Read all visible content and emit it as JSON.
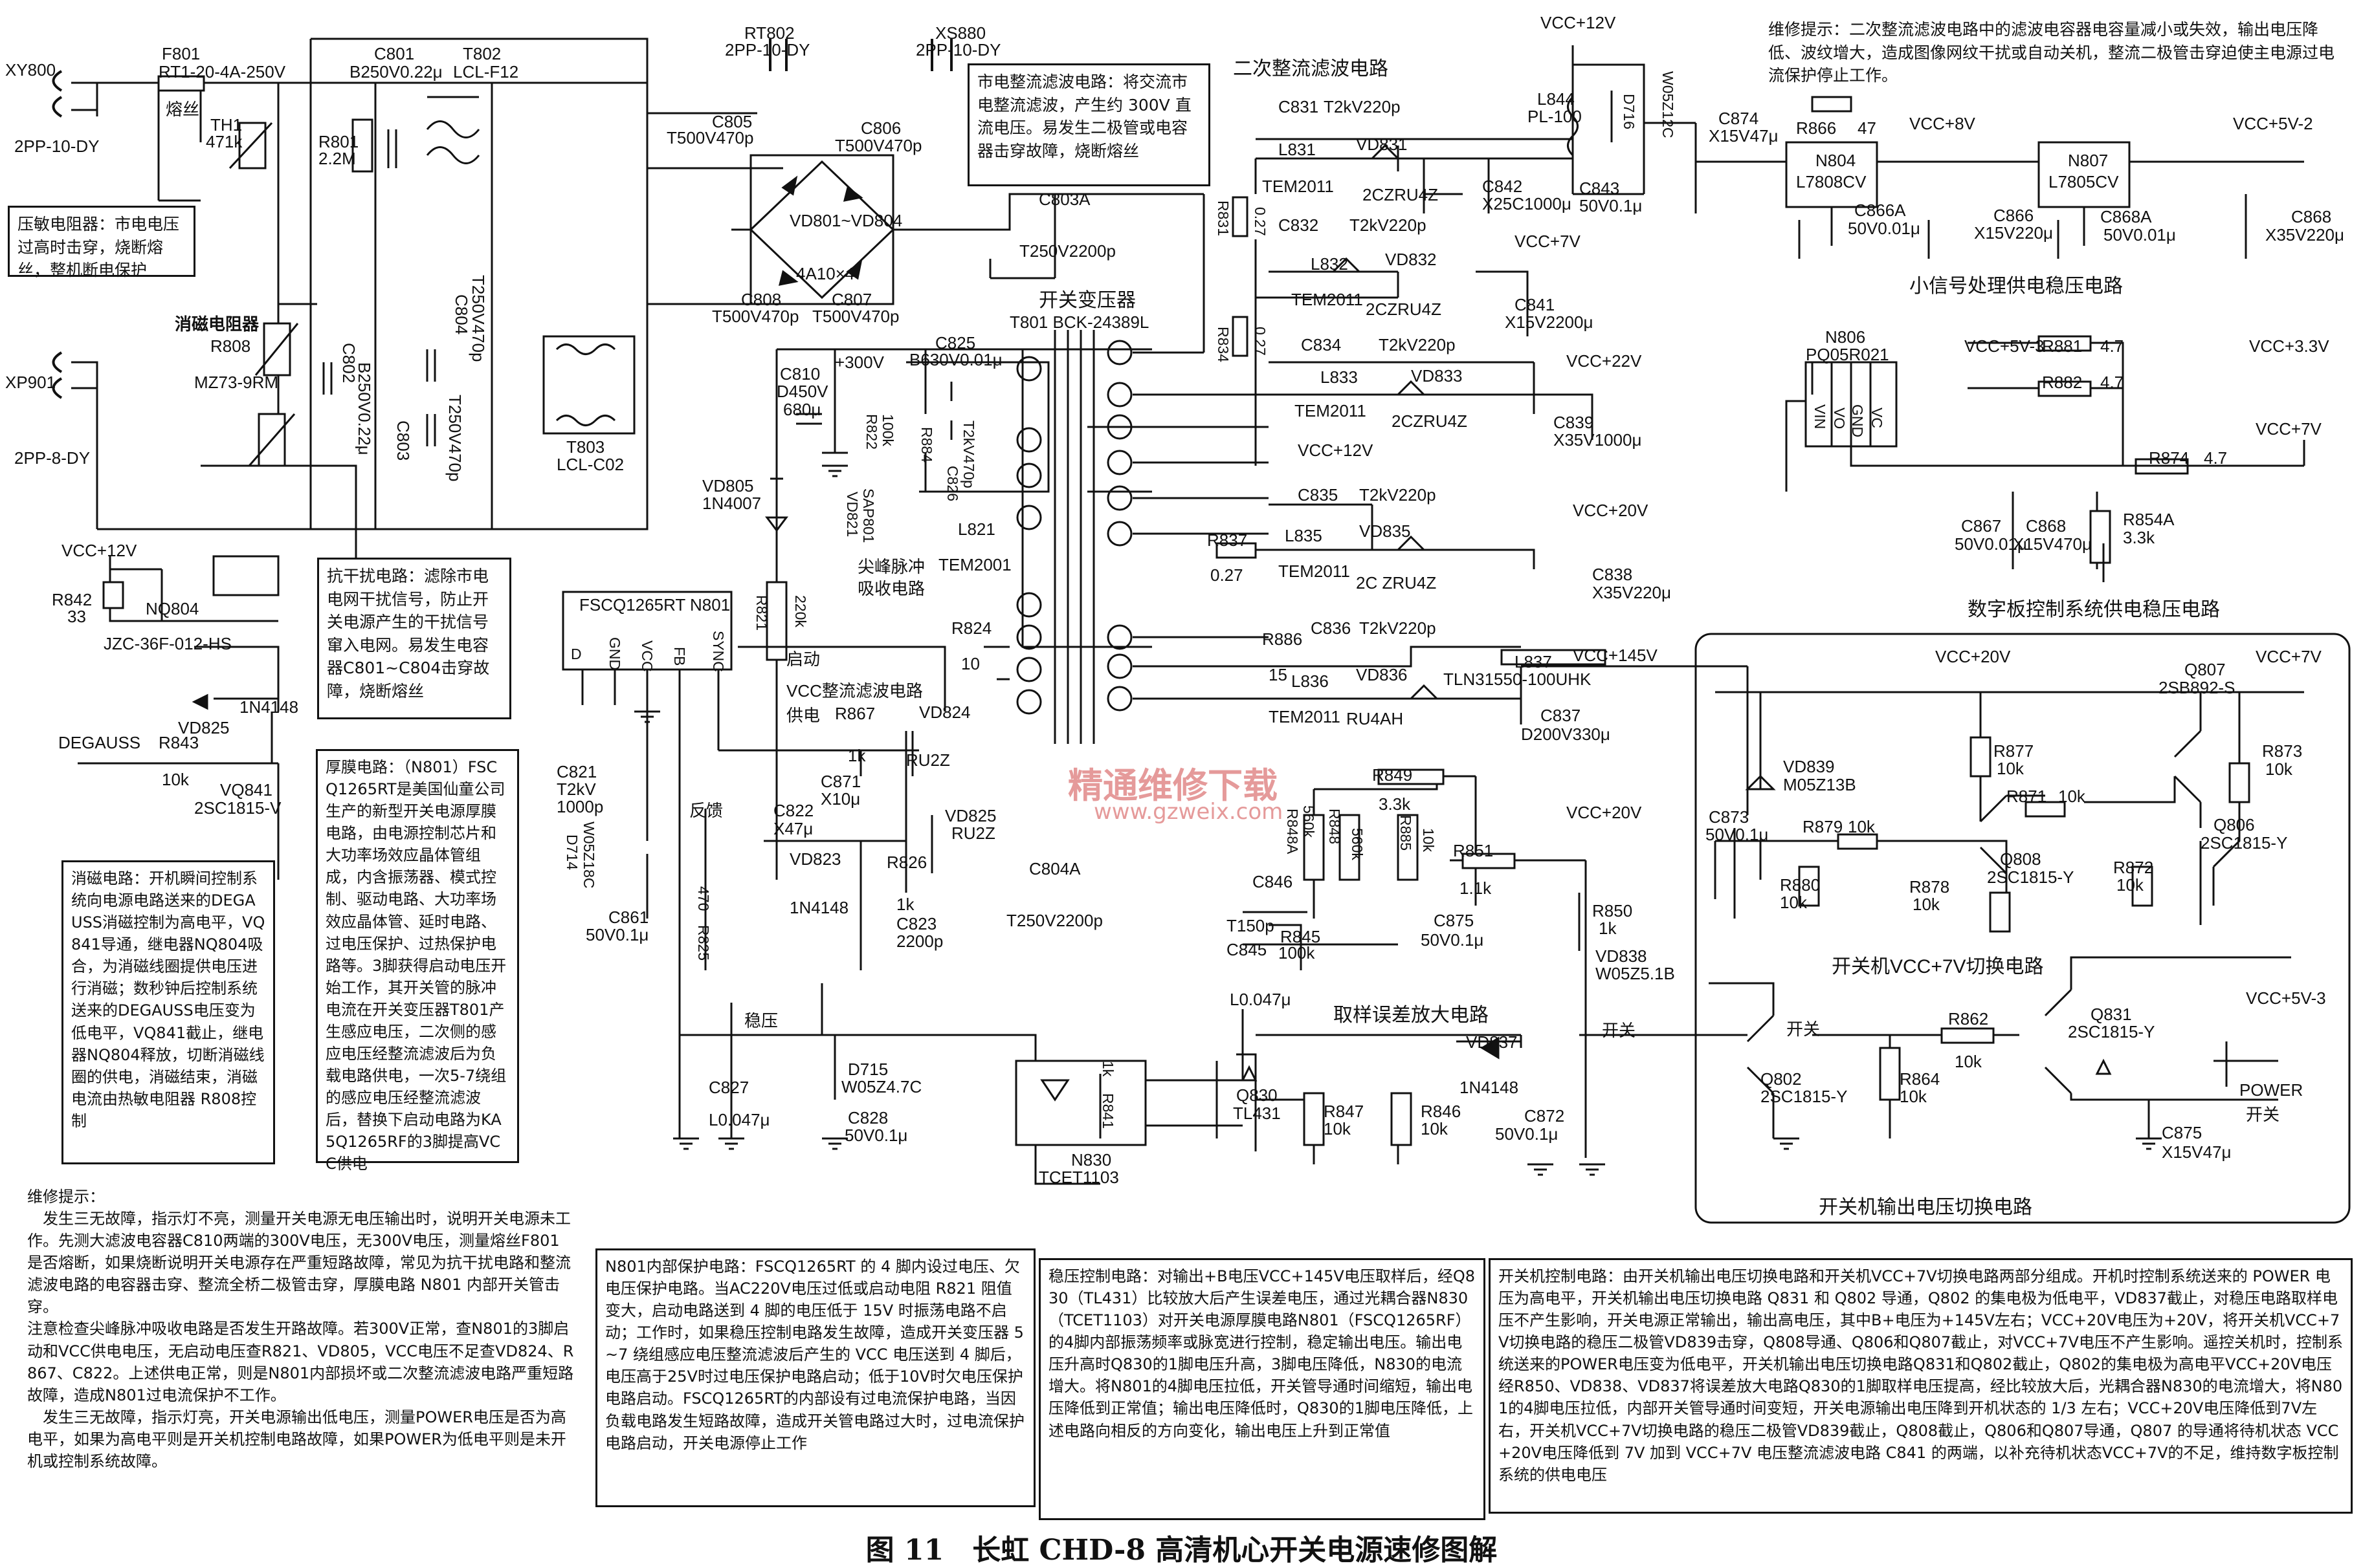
{
  "caption": "图 11　长虹 CHD-8 高清机心开关电源速修图解",
  "watermark": {
    "title": "精通维修下载",
    "url": "www.gzweix.com"
  },
  "section_titles": {
    "secondary_filter": "二次整流滤波电路",
    "small_signal": "小信号处理供电稳压电路",
    "digital_board": "数字板控制系统供电稳压电路",
    "switch_transformer": "开关变压器",
    "vcc_7v_switch": "开关机VCC+7V切换电路",
    "output_switch": "开关机输出电压切换电路",
    "sampling_amp": "取样误差放大电路",
    "snubber": "尖峰脉冲\n吸收电路",
    "vcc_filter": "VCC整流滤波电路\n供电",
    "startup": "启动",
    "feedback": "反馈",
    "regulate": "稳压",
    "degauss": "DEGAUSS"
  },
  "power_rails": [
    "VCC+12V",
    "VCC+8V",
    "VCC+5V-2",
    "VCC+7V",
    "VCC+22V",
    "VCC+12V",
    "VCC+20V",
    "VCC+145V",
    "VCC+5V-3",
    "VCC+3.3V",
    "VCC+7V",
    "VCC+20V",
    "VCC+20V",
    "VCC+7V",
    "VCC+5V-3",
    "VCC+20V",
    "+300V"
  ],
  "components": {
    "connectors": [
      "XY800",
      "2PP-10-DY",
      "XP901",
      "2PP-8-DY",
      "RT802",
      "2PP-10-DY",
      "XS880",
      "2PP-10-DY"
    ],
    "fuse": [
      "F801",
      "RT1-20-4A-250V",
      "熔丝"
    ],
    "primary": [
      "TH1",
      "471k",
      "R801",
      "2.2M",
      "C801",
      "B250V0.22μ",
      "T802",
      "LCL-F12",
      "C805",
      "T500V470p",
      "C806",
      "T500V470p",
      "VD801~VD804",
      "4A10×4",
      "C808",
      "T500V470p",
      "C807",
      "T500V470p",
      "C803A",
      "T250V2200p",
      "C802",
      "B250V0.22μ",
      "C804",
      "T250V470p",
      "C803",
      "T250V470p",
      "T803",
      "LCL-C02",
      "R808",
      "MZ73-9RM",
      "消磁电阻器"
    ],
    "bulk": [
      "C810",
      "D450V",
      "680μ",
      "C825",
      "B630V0.01μ",
      "R822",
      "100k",
      "R884",
      "C826",
      "T2kV470p",
      "VD821",
      "SAP801",
      "L821",
      "TEM2001",
      "VD805",
      "1N4007",
      "R821",
      "220k",
      "R824",
      "10"
    ],
    "transformer": [
      "T801 BCK-24389L"
    ],
    "ic": [
      "FSCQ1265RT N801",
      "D",
      "GND",
      "VCC",
      "FB",
      "SYNC"
    ],
    "aux": [
      "R867",
      "1k",
      "VD824",
      "RU2Z",
      "C871",
      "X10μ",
      "C822",
      "X47μ",
      "VD823",
      "1N4148",
      "R826",
      "1k",
      "C823",
      "2200p",
      "VD825",
      "RU2Z",
      "C804A",
      "T250V2200p",
      "C821",
      "T2kV",
      "1000p",
      "D714",
      "W05Z18C",
      "C861",
      "50V0.1μ",
      "R825",
      "470",
      "D715",
      "W05Z4.7C",
      "C828",
      "50V0.1μ",
      "C827",
      "L0.047μ"
    ],
    "degauss": [
      "NQ804",
      "JZC-36F-012-HS",
      "R842",
      "33",
      "VD825",
      "1N4148",
      "R843",
      "10k",
      "VQ841",
      "2SC1815-V"
    ],
    "secondary": [
      "C831",
      "T2kV220p",
      "L831",
      "TEM2011",
      "VD831",
      "2CZRU4Z",
      "C842",
      "X25C1000μ",
      "C843",
      "50V0.1μ",
      "L844",
      "PL-100",
      "D716",
      "W05Z12C",
      "C874",
      "X15V47μ",
      "R831",
      "0.27",
      "C832",
      "T2kV220p",
      "L832",
      "TEM2011",
      "VD832",
      "2CZRU4Z",
      "C841",
      "X15V2200μ",
      "R834",
      "0.27",
      "C834",
      "T2kV220p",
      "L833",
      "TEM2011",
      "VD833",
      "2CZRU4Z",
      "C839",
      "X35V1000μ",
      "C835",
      "T2kV220p",
      "R837",
      "0.27",
      "L835",
      "TEM2011",
      "VD835",
      "2C ZRU4Z",
      "C838",
      "X35V220μ",
      "R886",
      "15",
      "C836",
      "T2kV220p",
      "L836",
      "TEM2011",
      "VD836",
      "RU4AH",
      "L837",
      "TLN31550-100UHK",
      "C837",
      "D200V330μ"
    ],
    "regulators": [
      "R866",
      "47",
      "N804",
      "L7808CV",
      "N807",
      "L7805CV",
      "C866A",
      "50V0.01μ",
      "C866",
      "X15V220μ",
      "C868A",
      "50V0.01μ",
      "C868",
      "X35V220μ",
      "N806",
      "PQ05R021",
      "VIN",
      "VO",
      "GND",
      "VC",
      "R881",
      "4.7",
      "R882",
      "4.7",
      "R874",
      "4.7",
      "C867",
      "50V0.01μ",
      "C868",
      "X15V470μ",
      "R854A",
      "3.3k"
    ],
    "sampling": [
      "R849",
      "3.3k",
      "R848A",
      "560k",
      "R848",
      "560k",
      "R885",
      "10k",
      "R851",
      "1.1k",
      "C846",
      "T150p",
      "C845",
      "L0.047μ",
      "R845",
      "100k",
      "C875",
      "50V0.1μ",
      "R841",
      "1k",
      "N830",
      "TCET1103",
      "Q830",
      "TL431",
      "R847",
      "10k",
      "R846",
      "10k",
      "VD837",
      "1N4148",
      "C872",
      "50V0.1μ",
      "R850",
      "1k",
      "VD838",
      "W05Z5.1B"
    ],
    "switching": [
      "C873",
      "50V0.1μ",
      "VD839",
      "M05Z13B",
      "R880",
      "10k",
      "R879",
      "10k",
      "R877",
      "10k",
      "R878",
      "10k",
      "R871",
      "10k",
      "Q808",
      "2SC1815-Y",
      "R872",
      "10k",
      "Q807",
      "2SB892-S",
      "R873",
      "10k",
      "Q806",
      "2SC1815-Y",
      "Q802",
      "2SC1815-Y",
      "R864",
      "10k",
      "R862",
      "10k",
      "Q831",
      "2SC1815-Y",
      "C875",
      "X15V47μ",
      "开关",
      "POWER"
    ]
  },
  "notes": {
    "top_right": "维修提示：二次整流滤波电路中的滤波电容器电容量减小或失效，输出电压降低、波纹增大，造成图像网纹干扰或自动关机，整流二极管击穿迫使主电源过电流保护停止工作。",
    "rectifier": "市电整流滤波电路：将交流市电整流滤波，产生约 300V 直流电压。易发生二极管或电容器击穿故障，烧断熔丝",
    "varistor": "压敏电阻器：市电电压过高时击穿，烧断熔丝，整机断电保护",
    "emi": "抗干扰电路：滤除市电电网干扰信号，防止开关电源产生的干扰信号窜入电网。易发生电容器C801~C804击穿故障，烧断熔丝",
    "thick_film": "厚膜电路：（N801）FSCQ1265RT是美国仙童公司生产的新型开关电源厚膜电路，由电源控制芯片和大功率场效应晶体管组成，内含振荡器、模式控制、驱动电路、大功率场效应晶体管、延时电路、过电压保护、过热保护电路等。3脚获得启动电压开始工作，其开关管的脉冲电流在开关变压器T801产生感应电压，二次侧的感应电压经整流滤波后为负载电路供电，一次5-7绕组的感应电压经整流滤波后，替换下启动电路为KA5Q1265RF的3脚提高VCC供电",
    "degauss": "消磁电路：开机瞬间控制系统向电源电路送来的DEGAUSS消磁控制为高电平，VQ841导通，继电器NQ804吸合，为消磁线圈提供电压进行消磁；数秒钟后控制系统送来的DEGAUSS电压变为低电平，VQ841截止，继电器NQ804释放，切断消磁线圈的供电，消磁结束，消磁电流由热敏电阻器 R808控制",
    "repair_hint": "维修提示：\n　发生三无故障，指示灯不亮，测量开关电源无电压输出时，说明开关电源未工作。先测大滤波电容器C810两端的300V电压，无300V电压，测量熔丝F801是否熔断，如果烧断说明开关电源存在严重短路故障，常见为抗干扰电路和整流滤波电路的电容器击穿、整流全桥二极管击穿，厚膜电路 N801 内部开关管击穿。\n注意检查尖峰脉冲吸收电路是否发生开路故障。若300V正常，查N801的3脚启动和VCC供电电压，无启动电压查R821、VD805，VCC电压不足查VD824、R867、C822。上述供电正常，则是N801内部损坏或二次整流滤波电路严重短路故障，造成N801过电流保护不工作。\n　发生三无故障，指示灯亮，开关电源输出低电压，测量POWER电压是否为高电平，如果为高电平则是开关机控制电路故障，如果POWER为低电平则是未开机或控制系统故障。",
    "protection": "N801内部保护电路：FSCQ1265RT 的 4 脚内设过电压、欠电压保护电路。当AC220V电压过低或启动电阻 R821 阻值变大，启动电路送到 4 脚的电压低于 15V 时振荡电路不启动；工作时，如果稳压控制电路发生故障，造成开关变压器 5~7 绕组感应电压整流滤波后产生的 VCC 电压送到 4 脚后，电压高于25V时过电压保护电路启动；低于10V时欠电压保护电路启动。FSCQ1265RT的内部设有过电流保护电路，当因负载电路发生短路故障，造成开关管电路过大时，过电流保护电路启动，开关电源停止工作",
    "regulation": "稳压控制电路：对输出+B电压VCC+145V电压取样后，经Q830（TL431）比较放大后产生误差电压，通过光耦合器N830（TCET1103）对开关电源厚膜电路N801（FSCQ1265RF）的4脚内部振荡频率或脉宽进行控制，稳定输出电压。输出电压升高时Q830的1脚电压升高，3脚电压降低，N830的电流增大。将N801的4脚电压拉低，开关管导通时间缩短，输出电压降低到正常值；输出电压降低时，Q830的1脚电压降低，上述电路向相反的方向变化，输出电压上升到正常值",
    "standby": "开关机控制电路：由开关机输出电压切换电路和开关机VCC+7V切换电路两部分组成。开机时控制系统送来的 POWER 电压为高电平，开关机输出电压切换电路 Q831 和 Q802 导通，Q802 的集电极为低电平，VD837截止，对稳压电路取样电压不产生影响，开关电源正常输出，输出高电压，其中B+电压为+145V左右；VCC+20V电压为+20V，将开关机VCC+7V切换电路的稳压二极管VD839击穿，Q808导通、Q806和Q807截止，对VCC+7V电压不产生影响。遥控关机时，控制系统送来的POWER电压变为低电平，开关机输出电压切换电路Q831和Q802截止，Q802的集电极为高电平VCC+20V电压经R850、VD838、VD837将误差放大电路Q830的1脚取样电压提高，经比较放大后，光耦合器N830的电流增大，将N801的4脚电压拉低，内部开关管导通时间变短，开关电源输出电压降到开机状态的 1/3 左右；VCC+20V电压降低到7V左右，开关机VCC+7V切换电路的稳压二极管VD839截止，Q808截止，Q806和Q807导通，Q807 的导通将待机状态 VCC+20V电压降低到 7V 加到 VCC+7V 电压整流滤波电路 C841 的两端，以补充待机状态VCC+7V的不足，维持数字板控制系统的供电电压"
  }
}
